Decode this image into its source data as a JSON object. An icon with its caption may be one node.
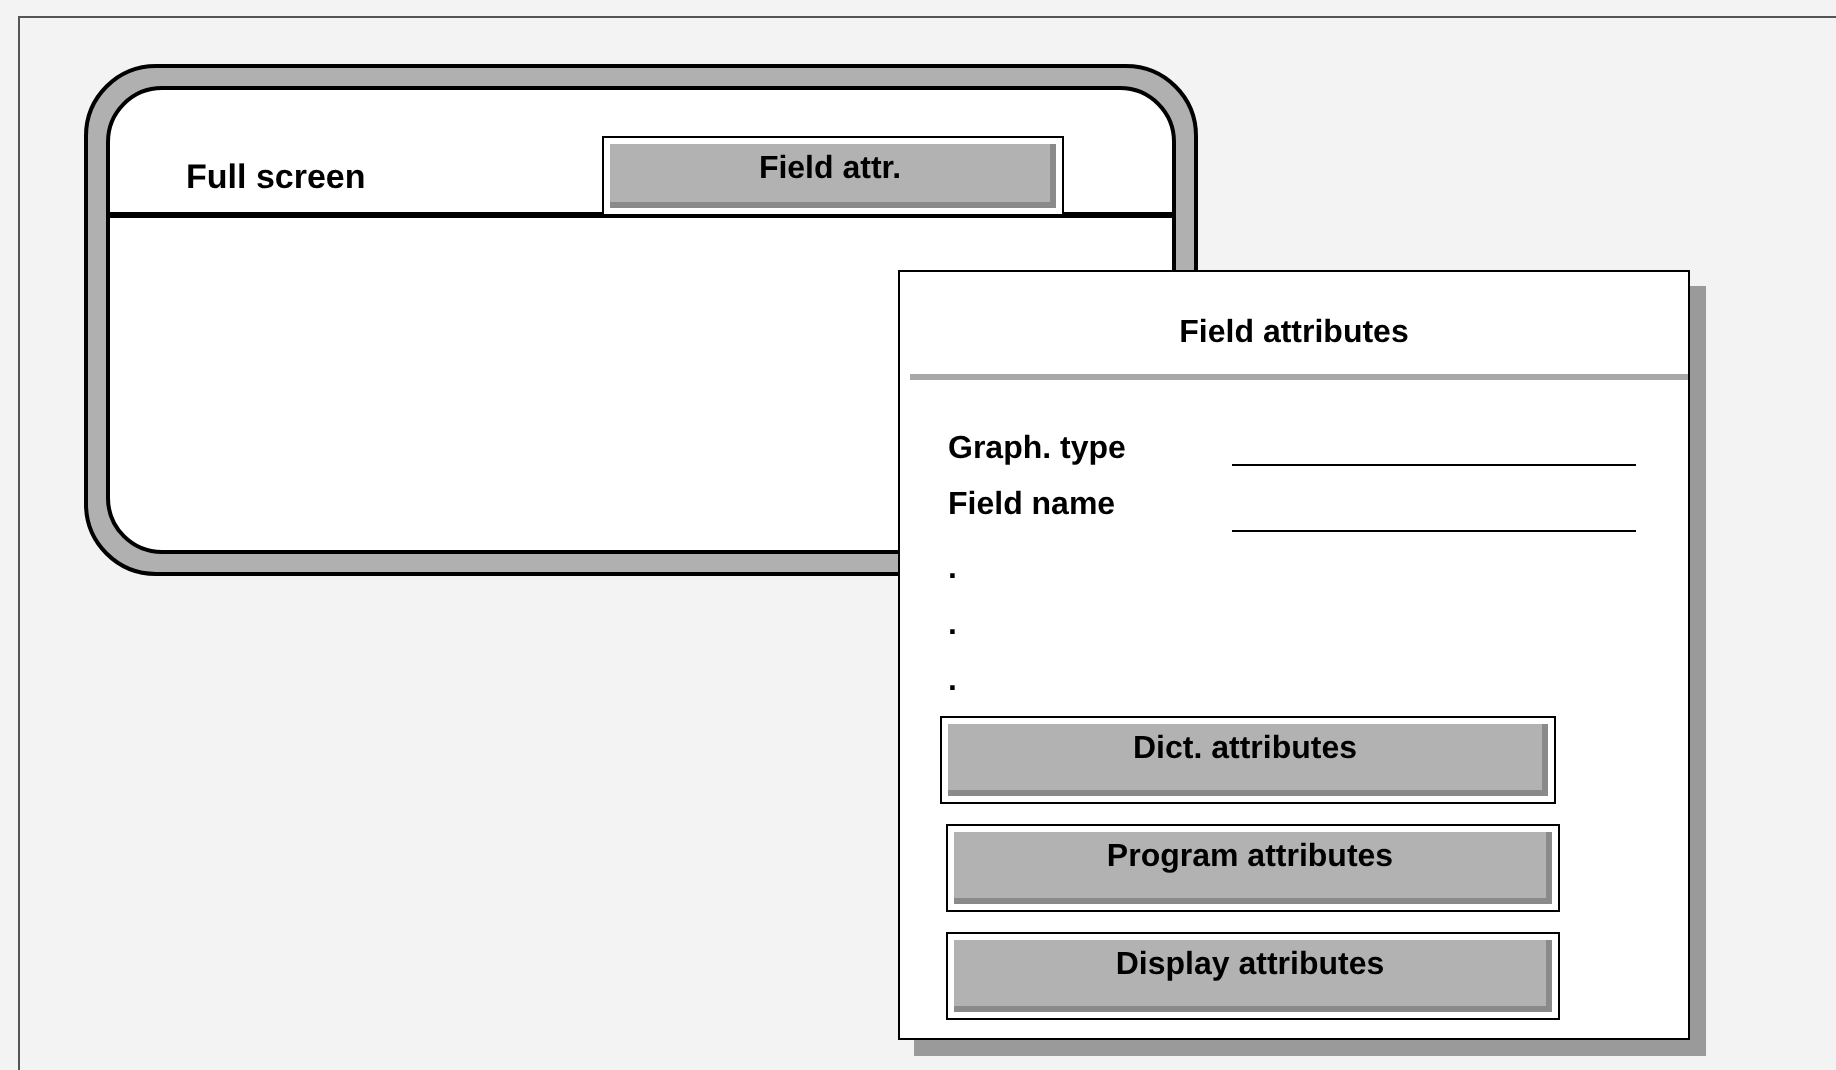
{
  "diagram": {
    "nodes": [
      {
        "text": [
          "Full screen"
        ]
      },
      {
        "text": [
          "Field attr."
        ],
        "in": 0
      },
      {
        "text": [
          "Field attributes"
        ]
      },
      {
        "text": [
          "Dict. attributes"
        ],
        "in": 2
      },
      {
        "text": [
          "Program attributes"
        ],
        "in": 2
      },
      {
        "text": [
          "Display attributes"
        ],
        "in": 2
      }
    ],
    "labels": [
      "Graph. type",
      "Field name",
      ".",
      ".",
      "."
    ]
  }
}
